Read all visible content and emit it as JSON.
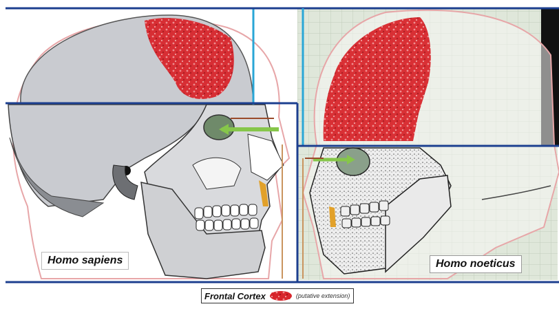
{
  "panels": {
    "left_label": "Homo sapiens",
    "right_label": "Homo noeticus"
  },
  "legend": {
    "title": "Frontal Cortex",
    "note": "(putative extension)"
  },
  "colors": {
    "cortex_red": "#d8262c",
    "guide_blue": "#1c3f8f",
    "guide_cyan": "#29a6d6",
    "sight_green": "#86c64a",
    "skin_outline": "#e7a6a8",
    "skull_gray": "#c9cbd0",
    "grid_paper": "#dfe7da"
  }
}
